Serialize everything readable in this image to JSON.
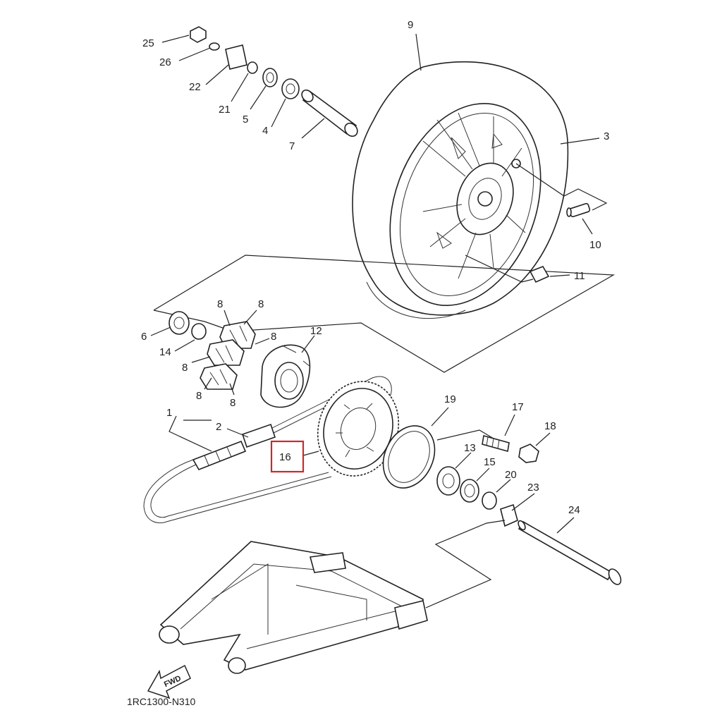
{
  "diagram": {
    "code": "1RC1300-N310",
    "fwd_label": "FWD",
    "highlight_color": "#d0282a",
    "callouts": [
      {
        "id": "c25",
        "text": "25"
      },
      {
        "id": "c26",
        "text": "26"
      },
      {
        "id": "c22",
        "text": "22"
      },
      {
        "id": "c21",
        "text": "21"
      },
      {
        "id": "c5",
        "text": "5"
      },
      {
        "id": "c4",
        "text": "4"
      },
      {
        "id": "c7",
        "text": "7"
      },
      {
        "id": "c9",
        "text": "9"
      },
      {
        "id": "c3",
        "text": "3"
      },
      {
        "id": "c10",
        "text": "10"
      },
      {
        "id": "c11",
        "text": "11"
      },
      {
        "id": "c8a",
        "text": "8"
      },
      {
        "id": "c8b",
        "text": "8"
      },
      {
        "id": "c8c",
        "text": "8"
      },
      {
        "id": "c8d",
        "text": "8"
      },
      {
        "id": "c8e",
        "text": "8"
      },
      {
        "id": "c8f",
        "text": "8"
      },
      {
        "id": "c6",
        "text": "6"
      },
      {
        "id": "c14",
        "text": "14"
      },
      {
        "id": "c12",
        "text": "12"
      },
      {
        "id": "c1",
        "text": "1"
      },
      {
        "id": "c2",
        "text": "2"
      },
      {
        "id": "c16",
        "text": "16"
      },
      {
        "id": "c19",
        "text": "19"
      },
      {
        "id": "c17",
        "text": "17"
      },
      {
        "id": "c18",
        "text": "18"
      },
      {
        "id": "c13",
        "text": "13"
      },
      {
        "id": "c15",
        "text": "15"
      },
      {
        "id": "c20",
        "text": "20"
      },
      {
        "id": "c23",
        "text": "23"
      },
      {
        "id": "c24",
        "text": "24"
      }
    ]
  }
}
